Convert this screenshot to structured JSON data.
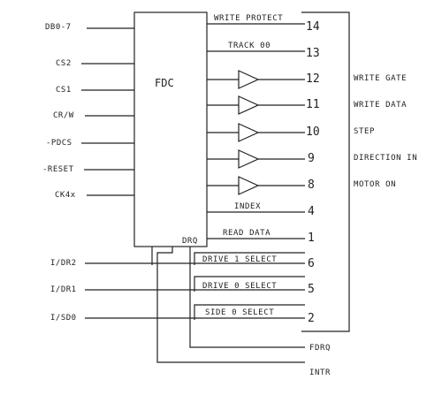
{
  "chip": {
    "name": "FDC",
    "drq_label": "DRQ"
  },
  "inputs": [
    {
      "id": "db",
      "label": "DB0-7"
    },
    {
      "id": "cs2",
      "label": "CS2"
    },
    {
      "id": "cs1",
      "label": "CS1"
    },
    {
      "id": "rw",
      "label": "CR/W"
    },
    {
      "id": "pdcs",
      "label": "-PDCS"
    },
    {
      "id": "reset",
      "label": "-RESET"
    },
    {
      "id": "clk",
      "label": "CK4x"
    }
  ],
  "fdc_outputs": [
    {
      "id": "write-protect",
      "label": "WRITE PROTECT",
      "pin": "14"
    },
    {
      "id": "track-00",
      "label": "TRACK 00",
      "pin": "13"
    },
    {
      "id": "index",
      "label": "INDEX",
      "pin": "4"
    },
    {
      "id": "read-data",
      "label": "READ DATA",
      "pin": "1"
    }
  ],
  "buffered_outputs": [
    {
      "id": "write-gate",
      "label": "WRITE GATE",
      "pin": "12"
    },
    {
      "id": "write-data",
      "label": "WRITE DATA",
      "pin": "11"
    },
    {
      "id": "step",
      "label": "STEP",
      "pin": "10"
    },
    {
      "id": "direction-in",
      "label": "DIRECTION IN",
      "pin": "9"
    },
    {
      "id": "motor-on",
      "label": "MOTOR ON",
      "pin": "8"
    }
  ],
  "io_signals": [
    {
      "id": "iodr2",
      "label": "I/DR2",
      "select": "DRIVE 1 SELECT",
      "pin": "6"
    },
    {
      "id": "iodr1",
      "label": "I/DR1",
      "select": "DRIVE 0 SELECT",
      "pin": "5"
    },
    {
      "id": "iosd0",
      "label": "I/SD0",
      "select": "SIDE 0 SELECT",
      "pin": "2"
    }
  ],
  "bottom_outputs": [
    {
      "id": "fdrq",
      "label": "FDRQ"
    },
    {
      "id": "intr",
      "label": "INTR"
    }
  ]
}
